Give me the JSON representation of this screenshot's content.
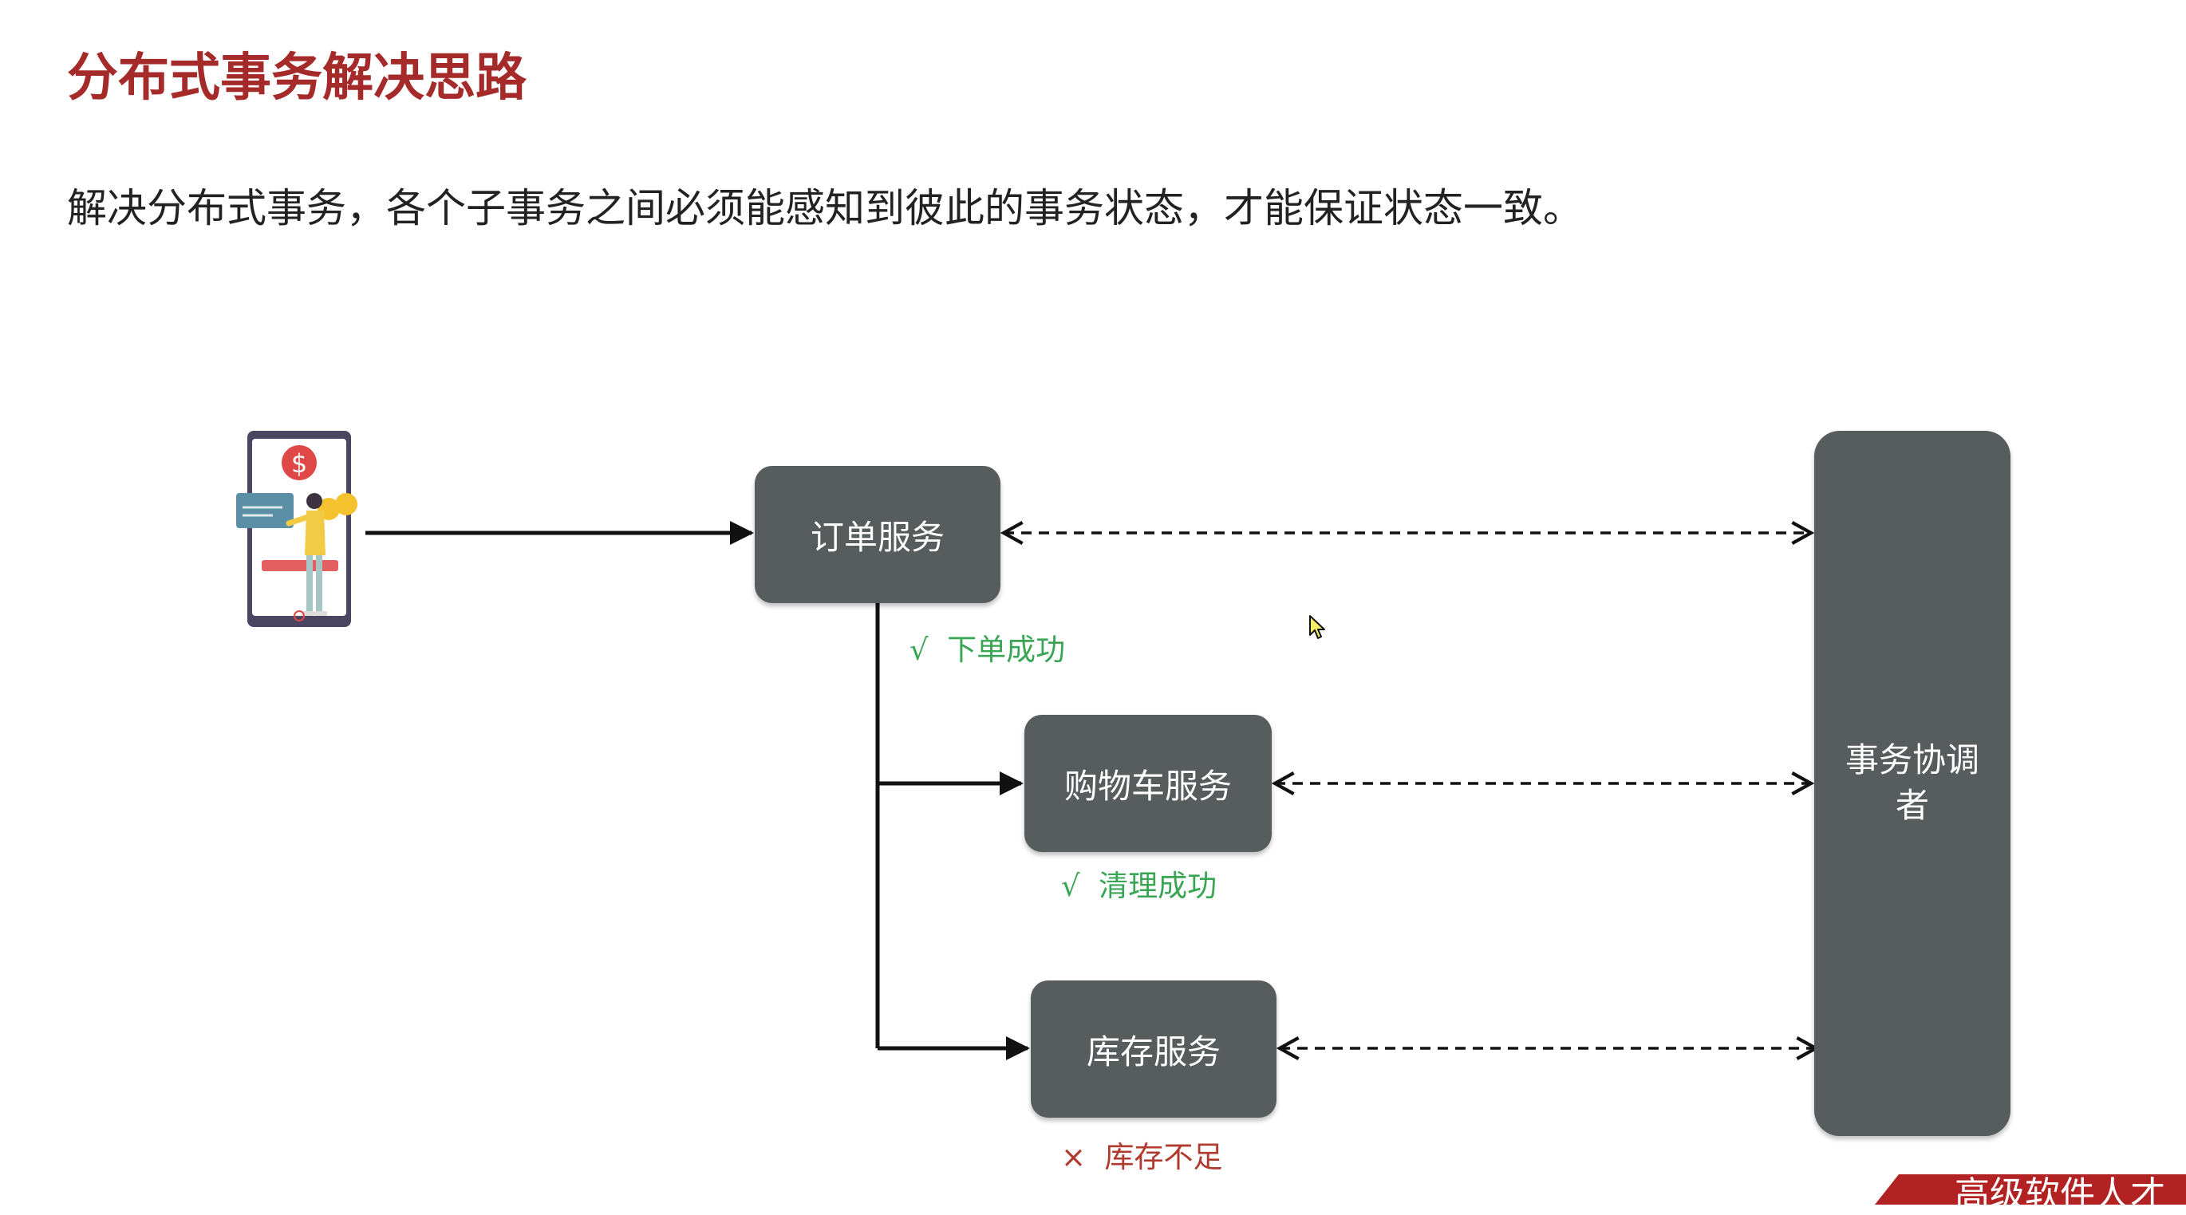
{
  "title": "分布式事务解决思路",
  "description": "解决分布式事务，各个子事务之间必须能感知到彼此的事务状态，才能保证状态一致。",
  "diagram": {
    "services": {
      "order": "订单服务",
      "cart": "购物车服务",
      "stock": "库存服务"
    },
    "coordinator": "事务协调者",
    "statuses": {
      "order": {
        "mark": "√",
        "text": "下单成功"
      },
      "cart": {
        "mark": "√",
        "text": "清理成功"
      },
      "stock": {
        "mark": "×",
        "text": "库存不足"
      }
    }
  },
  "footer": {
    "text": "高级软件人才"
  },
  "colors": {
    "title": "#a52a2a",
    "box": "#575c5d",
    "success": "#3aa655",
    "failure": "#b03a2e",
    "banner": "#b22222"
  },
  "icons": {
    "client": "mobile-payment-user-icon",
    "cursor": "mouse-cursor-icon"
  }
}
